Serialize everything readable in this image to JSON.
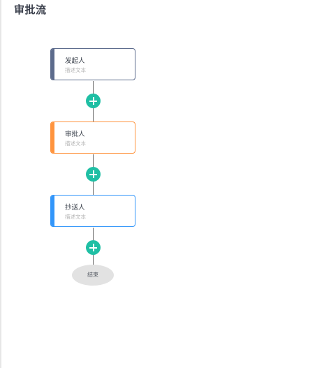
{
  "page": {
    "title": "审批流"
  },
  "flow": {
    "nodes": [
      {
        "title": "发起人",
        "description": "描述文本",
        "accent_color": "#5c6b8c",
        "border_color": "#5c6b8c"
      },
      {
        "title": "审批人",
        "description": "描述文本",
        "accent_color": "#ff943e",
        "border_color": "#ff943e"
      },
      {
        "title": "抄送人",
        "description": "描述文本",
        "accent_color": "#3296fa",
        "border_color": "#3296fa"
      }
    ],
    "add_button": {
      "icon": "plus-icon",
      "color": "#1fbfa4"
    },
    "end_label": "结束"
  }
}
